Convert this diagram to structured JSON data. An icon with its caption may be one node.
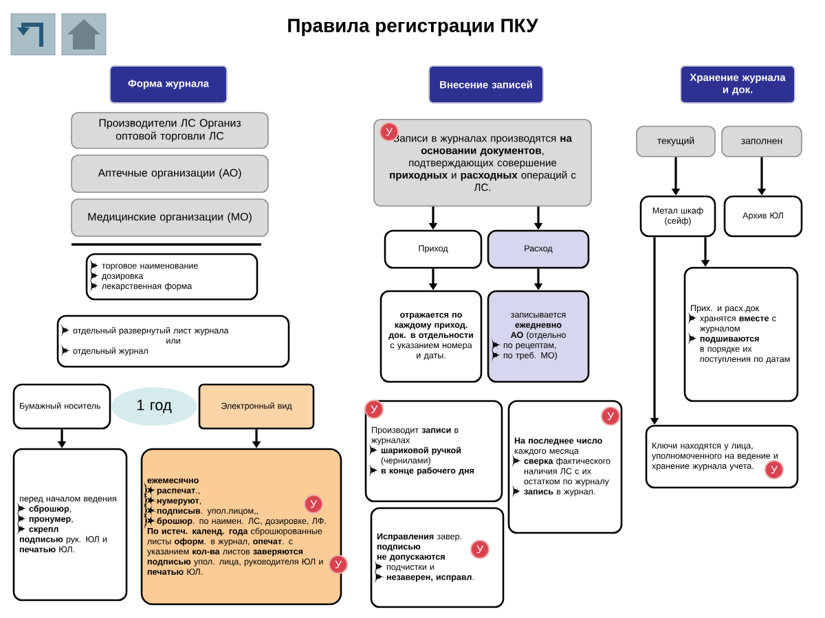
{
  "diagram": {
    "title": "Правила регистрации ПКУ",
    "nodes": [
      {
        "text": [
          "Форма журнала"
        ]
      },
      {
        "text": [
          "Производители ЛС Организ оптовой торговли ЛС"
        ]
      },
      {
        "text": [
          "Аптечные организации (АО)"
        ]
      },
      {
        "text": [
          "Медицинские организации (МО)"
        ]
      },
      {
        "text": [
          "торговое наименование",
          "дозировка",
          "лекарственная форма"
        ]
      },
      {
        "text": [
          "отдельный развернутый лист журнала",
          "или",
          "отдельный журнал"
        ]
      },
      {
        "text": [
          "Бумажный носитель"
        ]
      },
      {
        "text": [
          "1 год"
        ]
      },
      {
        "text": [
          "Электронный вид"
        ]
      },
      {
        "text": [
          "перед началом ведения",
          "**сброшюр**,",
          "**пронумер**,",
          "**скрепл**",
          "**подписью** рук. ЮЛ и **печатью** ЮЛ."
        ]
      },
      {
        "text": [
          "**ежемесячно**",
          "**распечат**.,",
          "**нумеруют**,",
          "**подписыв**. упол.лицом,,",
          "**брошюр**. по наимен. ЛС, дозировке, ЛФ.",
          "**По истеч. календ. года** сброшюрованные листы **оформ**. в журнал, **опечат**. с указанием **кол-ва** листов **заверяются подписью** упол. лица, руководителя ЮЛ и **печатью** ЮЛ."
        ]
      },
      {
        "text": [
          "Внесение записей"
        ]
      },
      {
        "text": [
          "Записи в журналах производятся **на основании документов**, подтверждающих совершение **приходных** и **расходных** операций с ЛС."
        ]
      },
      {
        "text": [
          "Приход"
        ]
      },
      {
        "text": [
          "Расход"
        ]
      },
      {
        "text": [
          "**отражается по каждому приход. док. в отдельности** с указанием номера и даты."
        ]
      },
      {
        "text": [
          "записывается **ежедневно**",
          "**АО** (отдельно",
          "по рецептам,",
          "по треб. МО)"
        ]
      },
      {
        "text": [
          "Производит **записи** в журналах",
          "**шариковой ручкой** (чернилами)",
          "**в конце рабочего дня**"
        ]
      },
      {
        "text": [
          "**На последнее число** каждого месяца",
          "**сверка** фактического наличия ЛС с их остатком по журналу",
          "**запись** в журнал."
        ]
      },
      {
        "text": [
          "**Исправления** завер. **подписью**",
          "**не допускаются**",
          "подчистки и",
          "**незаверен, исправл**."
        ]
      },
      {
        "text": [
          "Хранение журнала и док."
        ]
      },
      {
        "text": [
          "текущий"
        ]
      },
      {
        "text": [
          "заполнен"
        ]
      },
      {
        "text": [
          "Метал шкаф (сейф)"
        ]
      },
      {
        "text": [
          "Архив ЮЛ"
        ]
      },
      {
        "text": [
          "Прих. и расх.док",
          "хранятся **вместе** с журналом",
          "**подшиваются** в порядке их поступления по датам"
        ]
      },
      {
        "text": [
          "Ключи находятся у лица, уполномоченного на ведение и хранение журнала учета."
        ]
      }
    ],
    "edges": [
      {
        "from": 6,
        "to": 9,
        "arrow": "to"
      },
      {
        "from": 8,
        "to": 10,
        "arrow": "to"
      },
      {
        "from": 12,
        "to": 13,
        "arrow": "to"
      },
      {
        "from": 12,
        "to": 14,
        "arrow": "to"
      },
      {
        "from": 13,
        "to": 15,
        "arrow": "to"
      },
      {
        "from": 14,
        "to": 16,
        "arrow": "to"
      },
      {
        "from": 21,
        "to": 23,
        "arrow": "to"
      },
      {
        "from": 22,
        "to": 24,
        "arrow": "to"
      },
      {
        "from": 23,
        "to": 25,
        "arrow": "to"
      },
      {
        "from": 23,
        "to": 26,
        "arrow": "to"
      }
    ],
    "labels": [
      "У",
      "У",
      "У",
      "У",
      "У",
      "У",
      "У"
    ]
  }
}
